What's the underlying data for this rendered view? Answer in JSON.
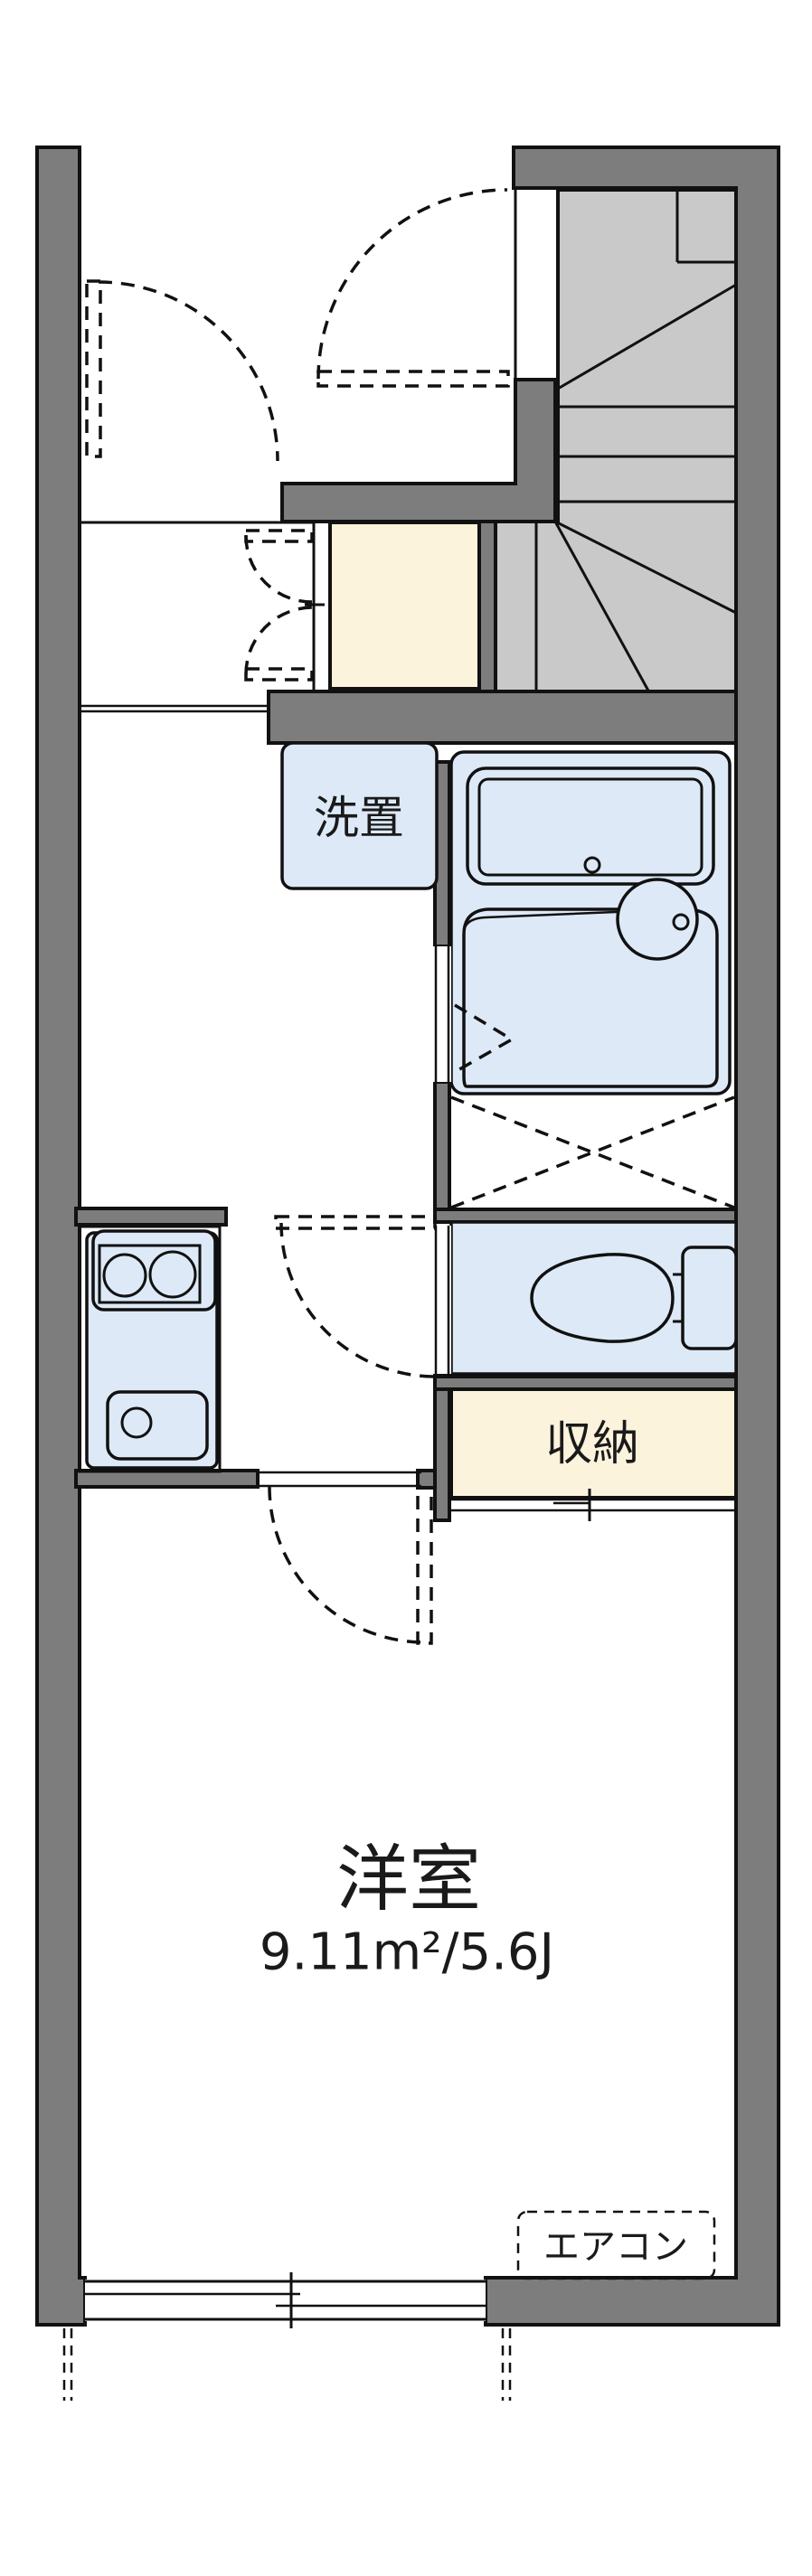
{
  "plan": {
    "type": "apartment-floor-plan",
    "labels": {
      "washer": "洗置",
      "storage": "収納",
      "room": "洋室",
      "room_area": "9.11m²/5.6J",
      "aircon": "エアコン"
    },
    "colors": {
      "wall": "#7d7d7d",
      "stair": "#c9c9c9",
      "fixture": "#dde9f7",
      "accent_cream": "#fcf3dc",
      "line": "#111111",
      "bg": "#ffffff"
    }
  }
}
